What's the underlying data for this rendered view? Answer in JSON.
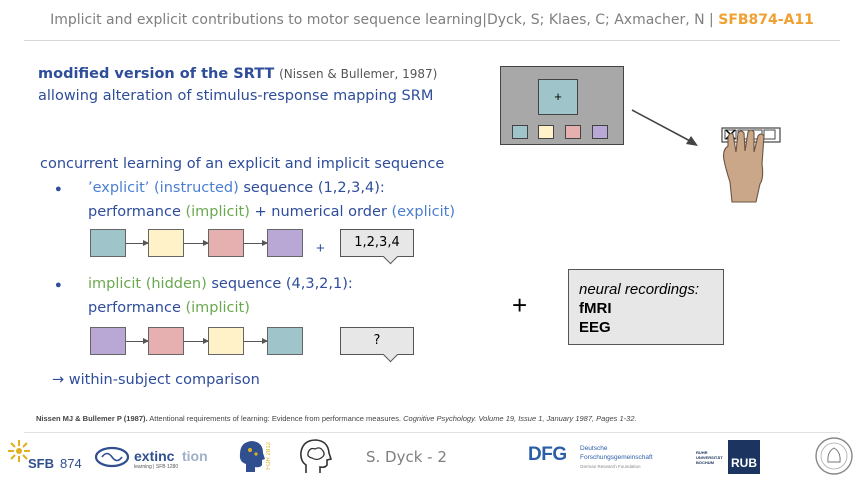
{
  "header": {
    "title": "Implicit and explicit contributions to motor sequence learning|Dyck, S; Klaes, C; Axmacher, N |",
    "code": "SFB874-A11"
  },
  "intro": {
    "heading_bold": "modified version of the SRTT",
    "heading_cite": "(Nissen & Bullemer, 1987)",
    "line2": "allowing alteration of stimulus-response mapping SRM"
  },
  "concurrent": {
    "heading": "concurrent learning of an explicit and implicit sequence",
    "bullet": "●",
    "b1_part1": "’explicit’ (instructed)",
    "b1_part2": "sequence (1,2,3,4):",
    "b1_l2_part1": "performance",
    "b1_l2_part2": "(implicit)",
    "b1_l2_part3": "+  numerical order",
    "b1_l2_part4": "(explicit)",
    "b2_part1": "implicit (hidden)",
    "b2_part2": "sequence (4,3,2,1):",
    "b2_l2_part1": "performance",
    "b2_l2_part2": "(implicit)",
    "plus_small": "+",
    "callout1": "1,2,3,4",
    "callout2": "?"
  },
  "comparison": "→ within-subject comparison",
  "screen": {
    "fixation": "+"
  },
  "plus_big": "+",
  "neural": {
    "title": "neural recordings:",
    "item1": "fMRI",
    "item2": "EEG"
  },
  "reference": {
    "authors": "Nissen MJ & Bullemer P (1987).",
    "title": "Attentional requirements of learning: Evidence from performance measures.",
    "journal": "Cognitive Psychology. Volume 19, Issue 1, January 1987, Pages 1-32."
  },
  "footer": {
    "sfb_a": "SFB",
    "sfb_b": "874",
    "extinction_a": "extinc",
    "extinction_b": "tion",
    "extinction_sub": "learning | SFB 1280",
    "for": "FOR 2812",
    "slide_label": "S. Dyck - 2",
    "dfg": "DFG",
    "dfg_line1": "Deutsche",
    "dfg_line2": "Forschungsgemeinschaft",
    "dfg_line3": "German Research Foundation",
    "rub_small1": "RUHR",
    "rub_small2": "UNIVERSITÄT",
    "rub_small3": "BOCHUM",
    "rub": "RUB"
  },
  "colors": {
    "teal": "#9fc4c9",
    "yellow": "#fff2c8",
    "pink": "#e6b0b0",
    "purple": "#b9a7d6",
    "blue_text": "#2e4d9a",
    "green_text": "#6aa84f",
    "accent_orange": "#f0a030"
  },
  "sequences": {
    "explicit": [
      "teal",
      "yellow",
      "pink",
      "purple"
    ],
    "implicit": [
      "purple",
      "pink",
      "yellow",
      "teal"
    ]
  }
}
